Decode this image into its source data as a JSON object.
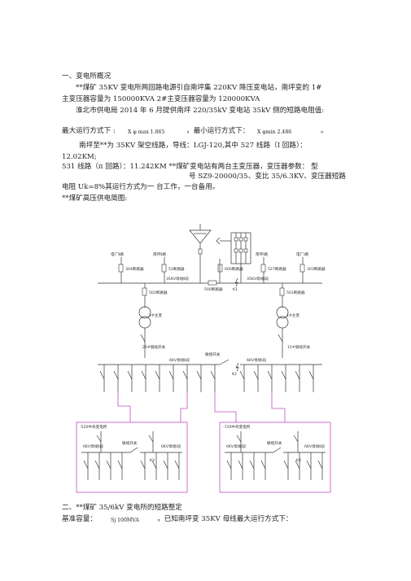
{
  "doc": {
    "s1_heading": "一、变电所概况",
    "p1_l1": "**煤矿 35KV 变电所两回路电源引自南坪集 220KV 降压变电站，南坪变的 1#",
    "p1_l2": "主变压器容量为 150000KVA 2#主变压器容量为 120000KVA",
    "p2": "淮北市供电局 2014 年 6 月提供南坪 220/35kV 变电站 35kV 侧的短路电阻值:",
    "p3_a": "最大运行方式下 :",
    "p3_b": "X φ max 1.865",
    "p3_c": "，最小运行方式下：",
    "p3_d": "X φmin 2.486",
    "p3_e": "。",
    "p4_l1": "南坪至**为 35KV 架空线路，导线：LGJ-120,其中 527 线路（I 回路）：",
    "p4_l2": "12.02KM;",
    "p5_l1": "531 线路（п 回路）：11.242KM **煤矿变电站有两台主变压器，变压器参数：  型",
    "p5_l2": "号 SZ9-20000/35、变比 35/6.3KV、变压器短路",
    "p5_l3": "电阻 Uk=8%其运行方式为一 台工作，一台备用。",
    "p6": "**煤矿高压供电简图:",
    "s2_heading": "二、**煤矿 35/6kV 变电所的短路整定",
    "p7_a": "基准容量：",
    "p7_b": "Sj 100MVA",
    "p7_c": "，已知南坪变 35KV 母线最大运行方式下："
  },
  "diagram": {
    "incomers": [
      "电厂Ⅱ路",
      "南坪Ⅱ路",
      "南坪Ⅰ路",
      "电厂Ⅰ路"
    ],
    "breakers_top": [
      "304断路器",
      "53断路器",
      "600断路器",
      "527断路器",
      "303断路器"
    ],
    "bus35_left": "35KV母线Ⅱ段",
    "bus35_right": "35KV母线Ⅰ段",
    "tie35": "500断路器",
    "tie35_k": "K1",
    "xf_breaker_left": "502断路器",
    "xf_breaker_right": "501断路器",
    "xf_left": "2#主变",
    "xf_right": "1#主变",
    "lv_sw_left": "20#隔线开关",
    "lv_sw_right": "15#隔线开关",
    "tie6": "联络开关",
    "bus6_left": "6KV母线Ⅱ段",
    "bus6_right": "6KV母线Ⅰ段",
    "k2": "K2",
    "sub_left": {
      "title": "-520中央变电所",
      "tie": "联络开关",
      "bus_l": "6KV母线Ⅱ段",
      "bus_r": "6KV母线Ⅰ段",
      "k": "K3"
    },
    "sub_right": {
      "title": "-720中央变电所",
      "tie": "联络开关",
      "bus_l": "6KV母线Ⅰ段",
      "bus_r": "6KV母线Ⅱ段",
      "k": "K4"
    }
  }
}
